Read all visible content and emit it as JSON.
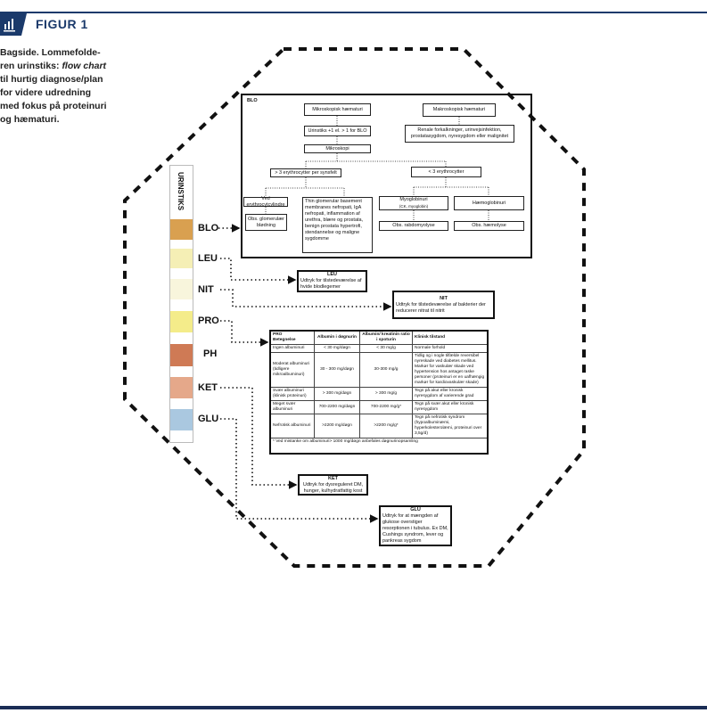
{
  "header": {
    "figure_label": "FIGUR 1",
    "icon": "bar-chart-icon",
    "accent": "#1b3a6b"
  },
  "caption": {
    "part1": "Bagside. Lommefolde-ren urinstiks: ",
    "italic": "flow chart",
    "part2": " til hurtig diagnose/plan for videre udredning med fokus på proteinuri og hæmaturi."
  },
  "strip": {
    "title": "URINSTIKS",
    "pads": [
      {
        "label": "BLO",
        "color": "#d9a050"
      },
      {
        "label": "LEU",
        "color": "#f5efb5"
      },
      {
        "label": "NIT",
        "color": "#f8f5dc"
      },
      {
        "label": "PRO",
        "color": "#f4ec8a"
      },
      {
        "label": "PH",
        "color": "#cf7a55"
      },
      {
        "label": "KET",
        "color": "#e5a88a"
      },
      {
        "label": "GLU",
        "color": "#aac8e0"
      }
    ]
  },
  "blo": {
    "title": "BLO",
    "mikro": "Mikroskopisk hæmaturi",
    "urinstiks": "Urinstiks +1 el. > 1 for BLO",
    "mikroskopi": "Mikroskopi",
    "over3": "> 3 erythrocytter per synsfelt",
    "cylindre": "Ved erythrocytcylindre",
    "glom": "Obs. glomerulær blødning",
    "thin": "Thin glomerular basement membranes nefropati, IgA nefropati, inflammation af urethra, blære og prostata, benign prostata hypertrofi, stendannelse og maligne sygdomme",
    "makro": "Makroskopisk hæmaturi",
    "renale": "Renale forkalkninger, urinvejsinfektion, prostatasygdom, nyresygdom eller malignitet",
    "under3": "< 3 erythrocytter",
    "myo": "Myoglobinuri",
    "myo_sub": "(CK, myoglobin)",
    "haemo": "Hæmoglobinuri",
    "rabdo": "Obs. rabdomyolyse",
    "haemolyse": "Obs. hæmolyse"
  },
  "leu": {
    "title": "LEU",
    "text": "Udtryk for tilstedeværelse af hvide blodlegemer"
  },
  "nit": {
    "title": "NIT",
    "text": "Udtryk for tilstedeværelse  af bakterier der reducerer nitrat til nitrit"
  },
  "pro": {
    "title": "PRO",
    "headers": [
      "Betegnelse",
      "Albumin i døgnurin",
      "Albumin/ kreatinin ratio i spoturin",
      "Klinisk tilstand"
    ],
    "rows": [
      [
        "Ingen albuminuri",
        "< 30 mg/døgn",
        "< 30 mg/g",
        "Normale forhold"
      ],
      [
        "Moderat albuminuri (tidligere mikroalbuminuri)",
        "30 - 300 mg/døgn",
        "30-300 mg/g",
        "Tidlig og i nogle tilfælde reversibel nyreskade ved diabetes mellitus. Markør for vaskulær skade ved hypertension hos antaget raske personer (proteinuri er en uafhængig markør for kardiovaskulær skade)"
      ],
      [
        "Svær albuminuri (klinisk proteinuri)",
        "> 300 mg/døgn",
        "> 300 mg/g",
        "Tegn på akut eller kronisk nyresygdom af varierende grad"
      ],
      [
        "Meget svær albuminuri",
        "700-2200 mg/døgn",
        "700-2200 mg/g*",
        "Tegn på svær akut eller kronisk nyresygdom"
      ],
      [
        "Nefrotisk albuminuri",
        ">2200 mg/døgn",
        ">2200 mg/g*",
        "Tegn på nefrotisk syndrom (hypoalbuminæmi, hyperkolesterolæmi, proteinuri over 3,5g/d)"
      ]
    ],
    "footnote": "* Ved mistanke om albuminuri> 1000 mg/døgn anbefales døgnurinopsamling"
  },
  "ket": {
    "title": "KET",
    "text": "Udtryk for dysreguleret DM, hunger, kulhydratfattig kost"
  },
  "glu": {
    "title": "GLU",
    "text": "Udtryk for at mængden af glukose overstiger resorptionen i tubulus. Ex DM, Cushings syndrom, lever og pankreas sygdom"
  }
}
